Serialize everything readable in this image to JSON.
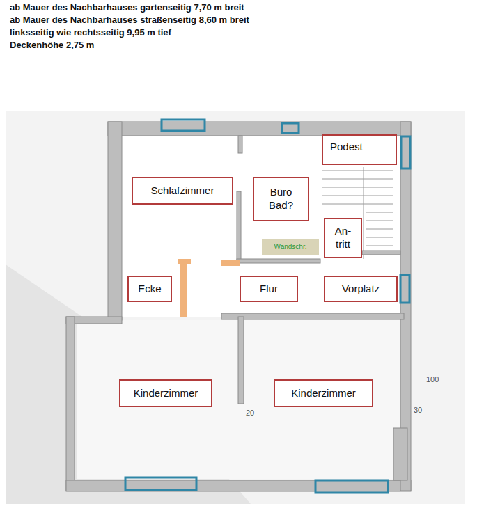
{
  "diagram": {
    "nodes": [
      {
        "text": [
          "Podest"
        ]
      },
      {
        "text": [
          "Schlafzimmer"
        ]
      },
      {
        "text": [
          "Büro Bad?"
        ]
      },
      {
        "text": [
          "An- tritt"
        ]
      },
      {
        "text": [
          "Wandschr."
        ]
      },
      {
        "text": [
          "Ecke"
        ]
      },
      {
        "text": [
          "Flur"
        ]
      },
      {
        "text": [
          "Vorplatz"
        ]
      },
      {
        "text": [
          "Kinderzimmer"
        ]
      },
      {
        "text": [
          "Kinderzimmer"
        ]
      }
    ],
    "labels": [
      "ab Mauer des Nachbarhauses gartenseitig 7,70 m breit",
      "ab Mauer des Nachbarhauses straßenseitig 8,60 m breit",
      "linksseitig wie rechtsseitig 9,95 m tief",
      "Deckenhöhe 2,75 m",
      "100",
      "30",
      "20"
    ]
  }
}
